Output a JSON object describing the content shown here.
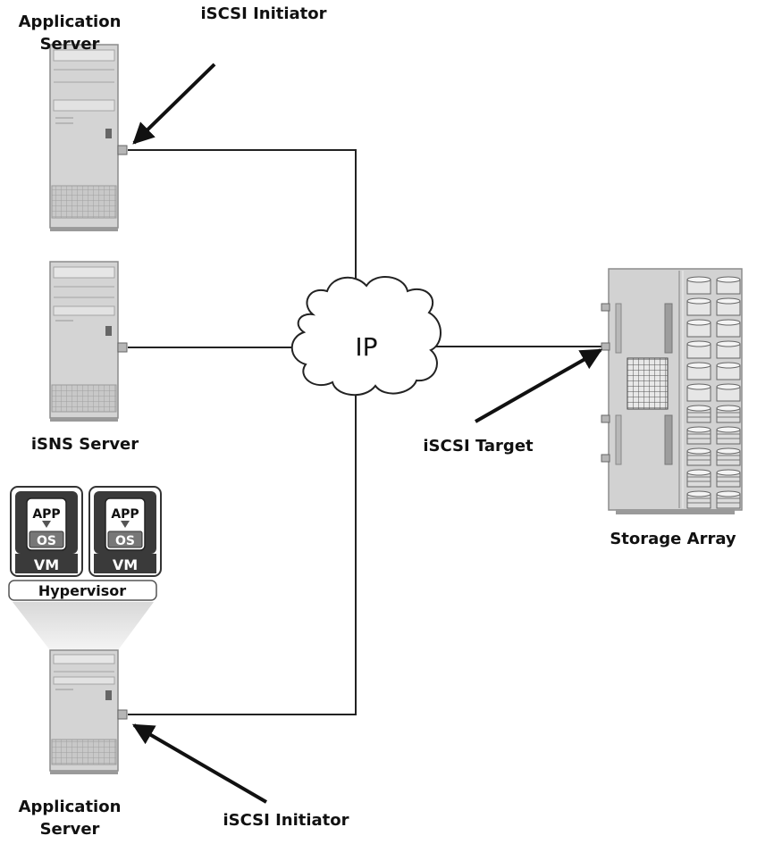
{
  "labels": {
    "app_server_top": "Application Server",
    "initiator_top": "iSCSI Initiator",
    "isns_server": "iSNS Server",
    "network": "IP",
    "target": "iSCSI Target",
    "storage_array": "Storage Array",
    "app_server_bottom": "Application Server",
    "initiator_bottom": "iSCSI Initiator"
  },
  "vms": [
    {
      "app": "APP",
      "os": "OS",
      "vm": "VM"
    },
    {
      "app": "APP",
      "os": "OS",
      "vm": "VM"
    }
  ],
  "hypervisor": "Hypervisor",
  "colors": {
    "line": "#222222",
    "server_fill": "#d4d4d4",
    "server_edge": "#8c8c8c",
    "vm_dark": "#3a3a3a"
  }
}
